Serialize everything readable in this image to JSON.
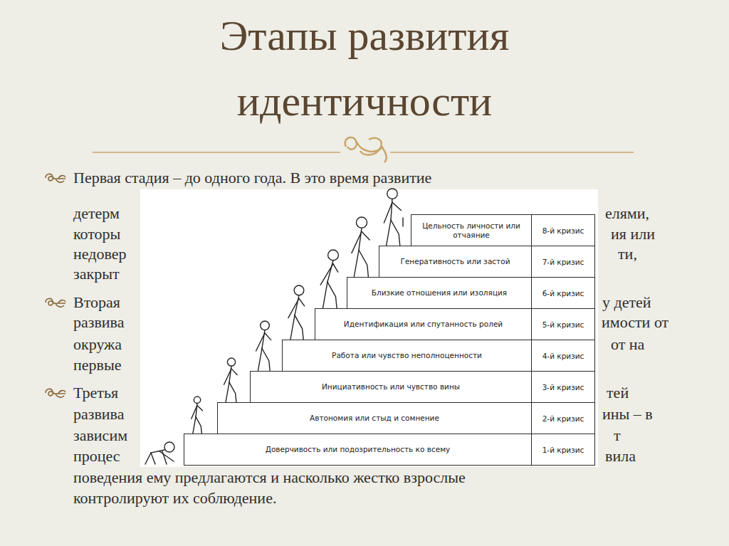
{
  "diagram": {
    "title": "Этапы развития идентичности",
    "nodes": [
      {
        "text": [
          "Цельность личности или отчаяние",
          "8-й кризис"
        ]
      },
      {
        "text": [
          "Генеративность или застой",
          "7-й кризис"
        ]
      },
      {
        "text": [
          "Близкие отношения или изоляция",
          "6-й кризис"
        ]
      },
      {
        "text": [
          "Идентификация или спутанность ролей",
          "5-й кризис"
        ]
      },
      {
        "text": [
          "Работа или чувство неполноценности",
          "4-й кризис"
        ]
      },
      {
        "text": [
          "Инициативность или чувство вины",
          "3-й кризис"
        ]
      },
      {
        "text": [
          "Автономия или стыд и сомнение",
          "2-й кризис"
        ]
      },
      {
        "text": [
          "Доверчивость или подозрительность ко всему",
          "1-й кризис"
        ]
      }
    ],
    "labels": [
      "Первая стадия – до одного года. В это время развитие",
      "детерм",
      "елями,",
      "которы",
      "ия или",
      "недовер",
      "ти,",
      "закрыт",
      "Вторая",
      "у детей",
      "развива",
      "имости от",
      "окружа",
      "от на",
      "первые",
      "Третья",
      "тей",
      "развива",
      "ины – в",
      "зависим",
      "т",
      "процес",
      "вила",
      "поведения ему предлагаются и насколько жестко взрослые",
      "контролируют их соблюдение."
    ]
  }
}
